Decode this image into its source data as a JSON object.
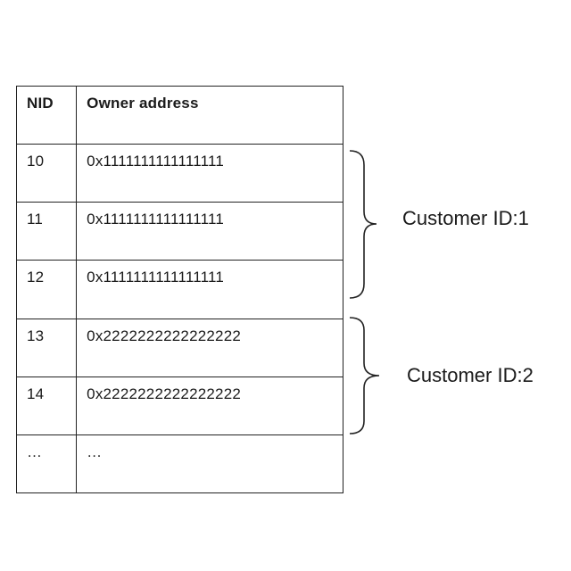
{
  "table": {
    "headers": [
      "NID",
      "Owner address"
    ],
    "rows": [
      {
        "nid": "10",
        "address": "0x1111111111111111"
      },
      {
        "nid": "11",
        "address": "0x1111111111111111"
      },
      {
        "nid": "12",
        "address": "0x1111111111111111"
      },
      {
        "nid": "13",
        "address": "0x2222222222222222"
      },
      {
        "nid": "14",
        "address": "0x2222222222222222"
      },
      {
        "nid": "…",
        "address": "…"
      }
    ]
  },
  "groups": [
    {
      "label": "Customer ID:1"
    },
    {
      "label": "Customer ID:2"
    }
  ],
  "colors": {
    "line": "#222222",
    "text": "#1a1a1a",
    "background": "#ffffff"
  }
}
